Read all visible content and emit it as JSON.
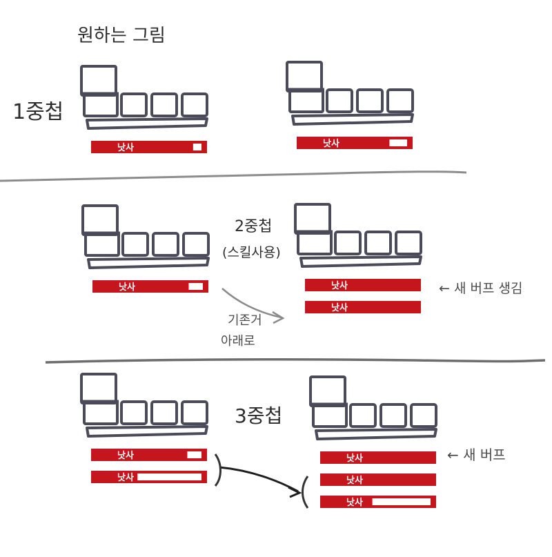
{
  "title": "원하는 그림",
  "colors": {
    "outline": "#4a4a58",
    "bar": "#c4161c",
    "divider": "#8c8c8c",
    "ink": "#2b2b2b",
    "arrow": "#7a7a7a"
  },
  "rows": [
    {
      "label": "1중첩",
      "note": "",
      "left": {
        "bars": [
          {
            "text": "낫사",
            "fill": 0.88
          }
        ]
      },
      "right": {
        "bars": [
          {
            "text": "낫사",
            "fill": 0.8
          }
        ]
      }
    },
    {
      "label": "2중첩",
      "note": "(스킬사용)",
      "left": {
        "bars": [
          {
            "text": "낫사",
            "fill": 0.83
          }
        ]
      },
      "right": {
        "bars": [
          {
            "text": "낫사",
            "fill": 1.0
          },
          {
            "text": "낫사",
            "fill": 1.0
          }
        ]
      },
      "annotation_right": "← 새 버프 생김",
      "annotation_arrow": "기존거 아래로"
    },
    {
      "label": "3중첩",
      "note": "",
      "left": {
        "bars": [
          {
            "text": "낫사",
            "fill": 0.83
          },
          {
            "text": "낫사",
            "fill": 0.4
          }
        ]
      },
      "right": {
        "bars": [
          {
            "text": "낫사",
            "fill": 1.0
          },
          {
            "text": "낫사",
            "fill": 1.0
          },
          {
            "text": "낫사",
            "fill": 0.45
          }
        ]
      },
      "annotation_right": "← 새 버프"
    }
  ]
}
